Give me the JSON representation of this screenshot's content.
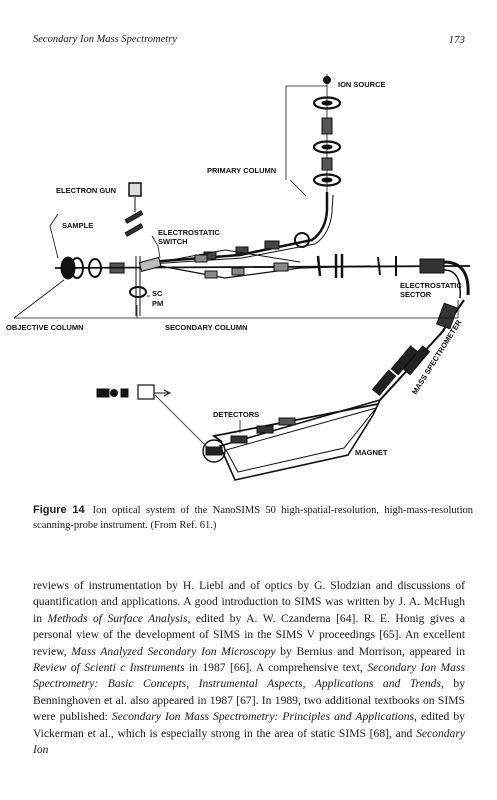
{
  "header": {
    "running_title": "Secondary Ion Mass Spectrometry",
    "page_number": "173"
  },
  "figure": {
    "labels": {
      "ion_source": "ION SOURCE",
      "primary_column": "PRIMARY COLUMN",
      "electron_gun": "ELECTRON GUN",
      "sample": "SAMPLE",
      "electrostatic_switch_1": "ELECTROSTATIC",
      "electrostatic_switch_2": "SWITCH",
      "sc": "SC",
      "pm": "PM",
      "electrostatic_sector_1": "ELECTROSTATIC",
      "electrostatic_sector_2": "SECTOR",
      "objective_column": "OBJECTIVE COLUMN",
      "secondary_column": "SECONDARY COLUMN",
      "mass_spectrometer": "MASS SPECTROMETER",
      "detectors": "DETECTORS",
      "magnet": "MAGNET"
    },
    "caption_label": "Figure 14",
    "caption_text": "Ion optical system of the NanoSIMS 50 high-spatial-resolution, high-mass-resolution scanning-probe instrument. (From Ref. 61.)"
  },
  "body": {
    "paragraph": [
      {
        "text": "reviews of instrumentation by H. Liebl and of optics by G. Slodzian and discussions of quantification and applications. A good introduction to SIMS was written by J. A. McHugh in ",
        "italic": false
      },
      {
        "text": "Methods of Surface Analysis",
        "italic": true
      },
      {
        "text": ", edited by A. W. Czanderna [64]. R. E. Honig gives a personal view of the development of SIMS in the SIMS V proceedings [65]. An excellent review, ",
        "italic": false
      },
      {
        "text": "Mass Analyzed Secondary Ion Microscopy",
        "italic": true
      },
      {
        "text": " by Bernius and Morrison, appeared in ",
        "italic": false
      },
      {
        "text": "Review of Scienti c Instruments",
        "italic": true
      },
      {
        "text": " in 1987 [66]. A comprehensive text, ",
        "italic": false
      },
      {
        "text": "Secondary Ion Mass Spectrometry: Basic Concepts, Instrumental Aspects, Applications and Trends",
        "italic": true
      },
      {
        "text": ", by Benninghoven et al. also appeared in 1987 [67]. In 1989, two additional textbooks on SIMS were published: ",
        "italic": false
      },
      {
        "text": "Secondary Ion Mass Spectrometry: Principles and Applications",
        "italic": true
      },
      {
        "text": ", edited by Vickerman et al., which is especially strong in the area of static SIMS [68], and ",
        "italic": false
      },
      {
        "text": "Secondary Ion",
        "italic": true
      }
    ]
  }
}
